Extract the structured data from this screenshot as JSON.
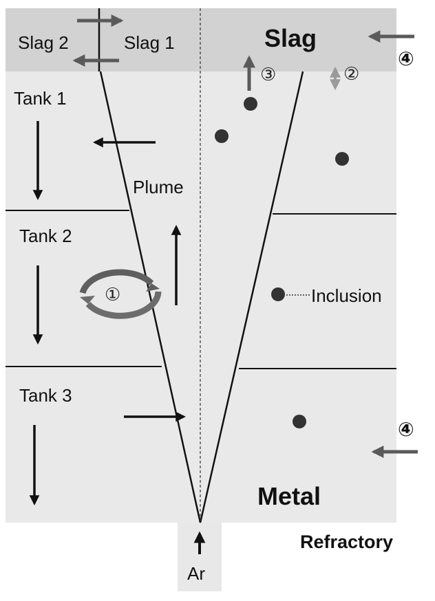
{
  "regions": {
    "slag_label": "Slag",
    "metal_label": "Metal",
    "refractory_label": "Refractory",
    "gas_label": "Ar"
  },
  "slag": {
    "left_label": "Slag 2",
    "right_label": "Slag 1"
  },
  "tanks": [
    "Tank 1",
    "Tank 2",
    "Tank 3"
  ],
  "plume_label": "Plume",
  "inclusion_label": "Inclusion",
  "markers": {
    "m1": "①",
    "m2": "②",
    "m3": "③",
    "m4": "④"
  },
  "colors": {
    "metal_bath": "#e9e9e9",
    "slag_layer": "#d2d2d2",
    "gas_inlet": "#e8e8e8",
    "arrow_black": "#111111",
    "arrow_gray": "#5a5a5a",
    "arrow_light": "#9a9a9a",
    "inclusion_dot": "#333333"
  }
}
